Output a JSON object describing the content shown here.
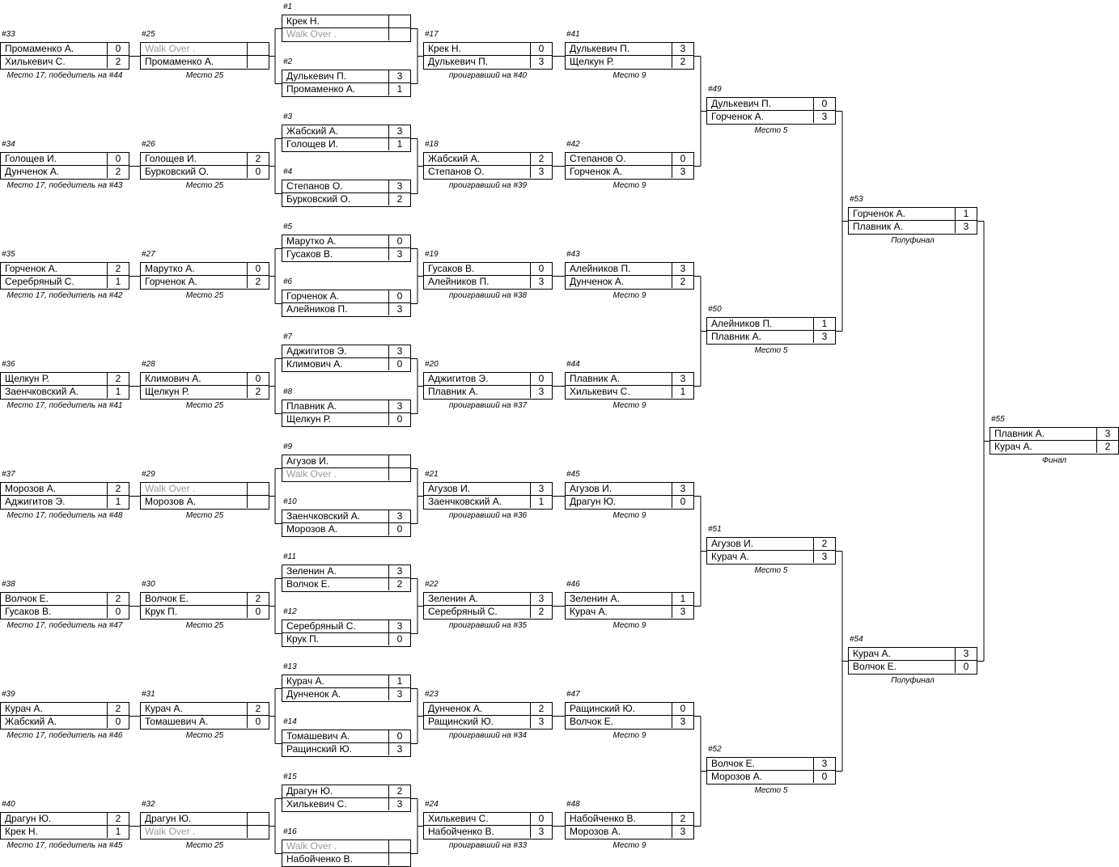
{
  "bracket": {
    "accent": "#000000",
    "walkover_color": "#9a9a9a",
    "matches": [
      {
        "id": "m1",
        "num": "#1",
        "p1": "Крек Н.",
        "s1": "",
        "p2": "Walk Over .",
        "s2": "",
        "wo2": true
      },
      {
        "id": "m2",
        "num": "#2",
        "p1": "Дулькевич П.",
        "s1": "3",
        "p2": "Промаменко А.",
        "s2": "1"
      },
      {
        "id": "m3",
        "num": "#3",
        "p1": "Жабский А.",
        "s1": "3",
        "p2": "Голощев И.",
        "s2": "1"
      },
      {
        "id": "m4",
        "num": "#4",
        "p1": "Степанов О.",
        "s1": "3",
        "p2": "Бурковский О.",
        "s2": "2"
      },
      {
        "id": "m5",
        "num": "#5",
        "p1": "Марутко А.",
        "s1": "0",
        "p2": "Гусаков В.",
        "s2": "3"
      },
      {
        "id": "m6",
        "num": "#6",
        "p1": "Горченок А.",
        "s1": "0",
        "p2": "Алейников П.",
        "s2": "3"
      },
      {
        "id": "m7",
        "num": "#7",
        "p1": "Аджигитов Э.",
        "s1": "3",
        "p2": "Климович А.",
        "s2": "0"
      },
      {
        "id": "m8",
        "num": "#8",
        "p1": "Плавник А.",
        "s1": "3",
        "p2": "Щелкун Р.",
        "s2": "0"
      },
      {
        "id": "m9",
        "num": "#9",
        "p1": "Агузов И.",
        "s1": "",
        "p2": "Walk Over .",
        "s2": "",
        "wo2": true
      },
      {
        "id": "m10",
        "num": "#10",
        "p1": "Заенчковский А.",
        "s1": "3",
        "p2": "Морозов А.",
        "s2": "0"
      },
      {
        "id": "m11",
        "num": "#11",
        "p1": "Зеленин А.",
        "s1": "3",
        "p2": "Волчок Е.",
        "s2": "2"
      },
      {
        "id": "m12",
        "num": "#12",
        "p1": "Серебряный С.",
        "s1": "3",
        "p2": "Крук П.",
        "s2": "0"
      },
      {
        "id": "m13",
        "num": "#13",
        "p1": "Курач А.",
        "s1": "1",
        "p2": "Дунченок А.",
        "s2": "3"
      },
      {
        "id": "m14",
        "num": "#14",
        "p1": "Томашевич А.",
        "s1": "0",
        "p2": "Ращинский Ю.",
        "s2": "3"
      },
      {
        "id": "m15",
        "num": "#15",
        "p1": "Драгун Ю.",
        "s1": "2",
        "p2": "Хилькевич С.",
        "s2": "3"
      },
      {
        "id": "m16",
        "num": "#16",
        "p1": "Walk Over .",
        "s1": "",
        "p2": "Набойченко В.",
        "s2": "",
        "wo1": true
      },
      {
        "id": "m17",
        "num": "#17",
        "p1": "Крек Н.",
        "s1": "0",
        "p2": "Дулькевич П.",
        "s2": "3",
        "note": "проигравший на #40"
      },
      {
        "id": "m18",
        "num": "#18",
        "p1": "Жабский А.",
        "s1": "2",
        "p2": "Степанов О.",
        "s2": "3",
        "note": "проигравший на #39"
      },
      {
        "id": "m19",
        "num": "#19",
        "p1": "Гусаков В.",
        "s1": "0",
        "p2": "Алейников П.",
        "s2": "3",
        "note": "проигравший на #38"
      },
      {
        "id": "m20",
        "num": "#20",
        "p1": "Аджигитов Э.",
        "s1": "0",
        "p2": "Плавник А.",
        "s2": "3",
        "note": "проигравший на #37"
      },
      {
        "id": "m21",
        "num": "#21",
        "p1": "Агузов И.",
        "s1": "3",
        "p2": "Заенчковский А.",
        "s2": "1",
        "note": "проигравший на #36"
      },
      {
        "id": "m22",
        "num": "#22",
        "p1": "Зеленин А.",
        "s1": "3",
        "p2": "Серебряный С.",
        "s2": "2",
        "note": "проигравший на #35"
      },
      {
        "id": "m23",
        "num": "#23",
        "p1": "Дунченок А.",
        "s1": "2",
        "p2": "Ращинский Ю.",
        "s2": "3",
        "note": "проигравший на #34"
      },
      {
        "id": "m24",
        "num": "#24",
        "p1": "Хилькевич С.",
        "s1": "0",
        "p2": "Набойченко В.",
        "s2": "3",
        "note": "проигравший на #33"
      },
      {
        "id": "m25",
        "num": "#25",
        "p1": "Walk Over .",
        "s1": "",
        "p2": "Промаменко А.",
        "s2": "",
        "wo1": true,
        "note": "Место 25"
      },
      {
        "id": "m26",
        "num": "#26",
        "p1": "Голощев И.",
        "s1": "2",
        "p2": "Бурковский О.",
        "s2": "0",
        "note": "Место 25"
      },
      {
        "id": "m27",
        "num": "#27",
        "p1": "Марутко А.",
        "s1": "0",
        "p2": "Горченок А.",
        "s2": "2",
        "note": "Место 25"
      },
      {
        "id": "m28",
        "num": "#28",
        "p1": "Климович А.",
        "s1": "0",
        "p2": "Щелкун Р.",
        "s2": "2",
        "note": "Место 25"
      },
      {
        "id": "m29",
        "num": "#29",
        "p1": "Walk Over .",
        "s1": "",
        "p2": "Морозов А.",
        "s2": "",
        "wo1": true,
        "note": "Место 25"
      },
      {
        "id": "m30",
        "num": "#30",
        "p1": "Волчок Е.",
        "s1": "2",
        "p2": "Крук П.",
        "s2": "0",
        "note": "Место 25"
      },
      {
        "id": "m31",
        "num": "#31",
        "p1": "Курач А.",
        "s1": "2",
        "p2": "Томашевич А.",
        "s2": "0",
        "note": "Место 25"
      },
      {
        "id": "m32",
        "num": "#32",
        "p1": "Драгун Ю.",
        "s1": "",
        "p2": "Walk Over .",
        "s2": "",
        "wo2": true,
        "note": "Место 25"
      },
      {
        "id": "m33",
        "num": "#33",
        "p1": "Промаменко А.",
        "s1": "0",
        "p2": "Хилькевич С.",
        "s2": "2",
        "note": "Место 17, победитель на #44"
      },
      {
        "id": "m34",
        "num": "#34",
        "p1": "Голощев И.",
        "s1": "0",
        "p2": "Дунченок А.",
        "s2": "2",
        "note": "Место 17, победитель на #43"
      },
      {
        "id": "m35",
        "num": "#35",
        "p1": "Горченок А.",
        "s1": "2",
        "p2": "Серебряный С.",
        "s2": "1",
        "note": "Место 17, победитель на #42"
      },
      {
        "id": "m36",
        "num": "#36",
        "p1": "Щелкун Р.",
        "s1": "2",
        "p2": "Заенчковский А.",
        "s2": "1",
        "note": "Место 17, победитель на #41"
      },
      {
        "id": "m37",
        "num": "#37",
        "p1": "Морозов А.",
        "s1": "2",
        "p2": "Аджигитов Э.",
        "s2": "1",
        "note": "Место 17, победитель на #48"
      },
      {
        "id": "m38",
        "num": "#38",
        "p1": "Волчок Е.",
        "s1": "2",
        "p2": "Гусаков В.",
        "s2": "0",
        "note": "Место 17, победитель на #47"
      },
      {
        "id": "m39",
        "num": "#39",
        "p1": "Курач А.",
        "s1": "2",
        "p2": "Жабский А.",
        "s2": "0",
        "note": "Место 17, победитель на #46"
      },
      {
        "id": "m40",
        "num": "#40",
        "p1": "Драгун Ю.",
        "s1": "2",
        "p2": "Крек Н.",
        "s2": "1",
        "note": "Место 17, победитель на #45"
      },
      {
        "id": "m41",
        "num": "#41",
        "p1": "Дулькевич П.",
        "s1": "3",
        "p2": "Щелкун Р.",
        "s2": "2",
        "note": "Место 9"
      },
      {
        "id": "m42",
        "num": "#42",
        "p1": "Степанов О.",
        "s1": "0",
        "p2": "Горченок А.",
        "s2": "3",
        "note": "Место 9"
      },
      {
        "id": "m43",
        "num": "#43",
        "p1": "Алейников П.",
        "s1": "3",
        "p2": "Дунченок А.",
        "s2": "2",
        "note": "Место 9"
      },
      {
        "id": "m44",
        "num": "#44",
        "p1": "Плавник А.",
        "s1": "3",
        "p2": "Хилькевич С.",
        "s2": "1",
        "note": "Место 9"
      },
      {
        "id": "m45",
        "num": "#45",
        "p1": "Агузов И.",
        "s1": "3",
        "p2": "Драгун Ю.",
        "s2": "0",
        "note": "Место 9"
      },
      {
        "id": "m46",
        "num": "#46",
        "p1": "Зеленин А.",
        "s1": "1",
        "p2": "Курач А.",
        "s2": "3",
        "note": "Место 9"
      },
      {
        "id": "m47",
        "num": "#47",
        "p1": "Ращинский Ю.",
        "s1": "0",
        "p2": "Волчок Е.",
        "s2": "3",
        "note": "Место 9"
      },
      {
        "id": "m48",
        "num": "#48",
        "p1": "Набойченко В.",
        "s1": "2",
        "p2": "Морозов А.",
        "s2": "3",
        "note": "Место 9"
      },
      {
        "id": "m49",
        "num": "#49",
        "p1": "Дулькевич П.",
        "s1": "0",
        "p2": "Горченок А.",
        "s2": "3",
        "note": "Место 5"
      },
      {
        "id": "m50",
        "num": "#50",
        "p1": "Алейников П.",
        "s1": "1",
        "p2": "Плавник А.",
        "s2": "3",
        "note": "Место 5"
      },
      {
        "id": "m51",
        "num": "#51",
        "p1": "Агузов И.",
        "s1": "2",
        "p2": "Курач А.",
        "s2": "3",
        "note": "Место 5"
      },
      {
        "id": "m52",
        "num": "#52",
        "p1": "Волчок Е.",
        "s1": "3",
        "p2": "Морозов А.",
        "s2": "0",
        "note": "Место 5"
      },
      {
        "id": "m53",
        "num": "#53",
        "p1": "Горченок А.",
        "s1": "1",
        "p2": "Плавник А.",
        "s2": "3",
        "note": "Полуфинал"
      },
      {
        "id": "m54",
        "num": "#54",
        "p1": "Курач А.",
        "s1": "3",
        "p2": "Волчок Е.",
        "s2": "0",
        "note": "Полуфинал"
      },
      {
        "id": "m55",
        "num": "#55",
        "p1": "Плавник А.",
        "s1": "3",
        "p2": "Курач А.",
        "s2": "2",
        "note": "Финал"
      }
    ]
  }
}
